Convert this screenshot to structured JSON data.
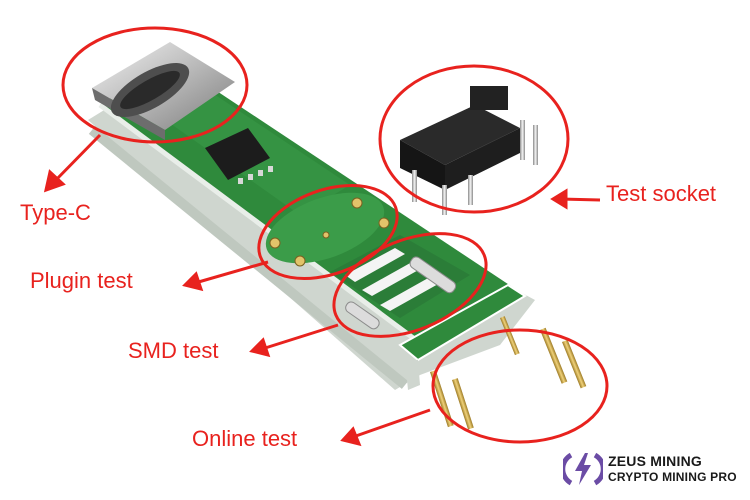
{
  "callouts": {
    "type_c": "Type-C",
    "test_socket": "Test socket",
    "plugin_test": "Plugin test",
    "smd_test": "SMD test",
    "online_test": "Online test"
  },
  "logo": {
    "line1": "ZEUS MINING",
    "line2": "CRYPTO MINING PRO"
  },
  "colors": {
    "annotation_red": "#e8221e",
    "pcb_green": "#2f8a3c",
    "background": "#ffffff"
  }
}
